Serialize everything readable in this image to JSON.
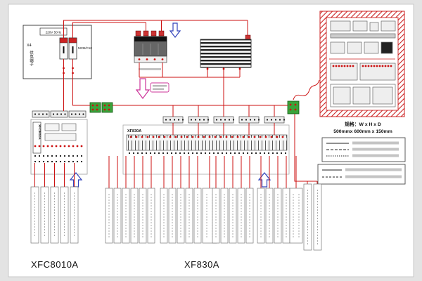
{
  "power_box": {
    "rating_tag": "220V 50Hz",
    "terminal_id": "X4",
    "terminal_name": "供电端子",
    "breaker_model": "MCB/C10"
  },
  "left_board": {
    "model": "XFC8010A"
  },
  "center_board": {
    "model": "XF830A"
  },
  "cabinet": {
    "spec_title": "规格：W x H x D",
    "spec_value": "500mmx 600mm x 150mm"
  },
  "labels": {
    "bottom_left_model": "XFC8010A",
    "bottom_center_model": "XF830A"
  },
  "colors": {
    "wire_red": "#cc1111",
    "arrow_blue": "#3344bb",
    "arrow_magenta": "#cc3399",
    "terminal_green": "#3aa33a"
  }
}
